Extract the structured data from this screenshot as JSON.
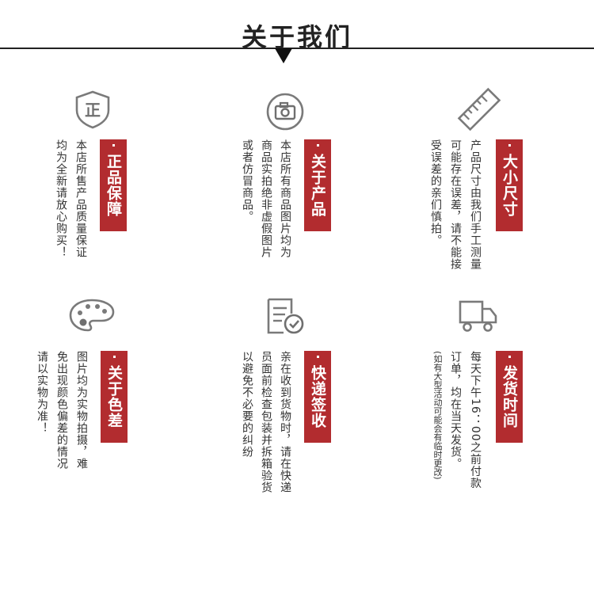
{
  "header": {
    "title": "关于我们"
  },
  "features": [
    {
      "icon": "shield-zheng-icon",
      "icon_text": "正",
      "badge": "正品保障",
      "lines": [
        "本店所售产品质量保证",
        "均为全新请放心购买！"
      ]
    },
    {
      "icon": "camera-icon",
      "badge": "关于产品",
      "lines": [
        "本店所有商品图片均为",
        "商品实拍绝非虚假图片",
        "或者仿冒商品。"
      ]
    },
    {
      "icon": "ruler-icon",
      "badge": "大小尺寸",
      "lines": [
        "产品尺寸由我们手工测量",
        "可能存在误差，请不能接",
        "受误差的亲们慎拍。"
      ]
    },
    {
      "icon": "palette-icon",
      "badge": "关于色差",
      "lines": [
        "图片均为实物拍摄，难",
        "免出现颜色偏差的情况",
        "请以实物为准！"
      ]
    },
    {
      "icon": "document-check-icon",
      "badge": "快递签收",
      "lines": [
        "亲在收到货物时，请在快递",
        "员面前检查包装并拆箱验货",
        "以避免不必要的纠纷"
      ]
    },
    {
      "icon": "truck-icon",
      "badge": "发货时间",
      "lines": [
        "每天下午16：00之前付款",
        "订单，均在当天发货。",
        "(如有大型活动可能会有临时更改)"
      ]
    }
  ]
}
